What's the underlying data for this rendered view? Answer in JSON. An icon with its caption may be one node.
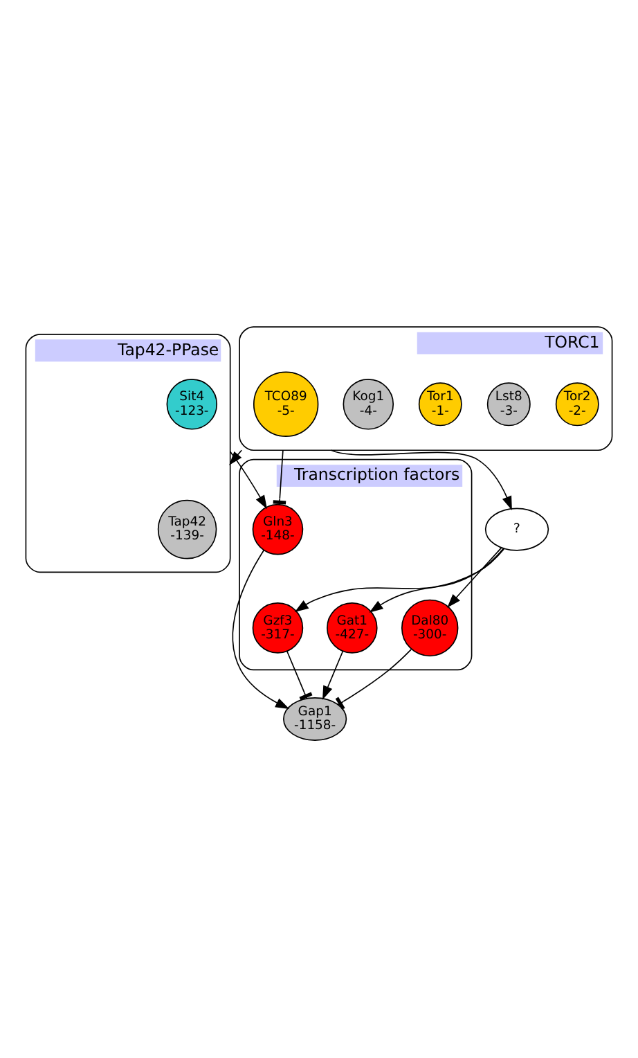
{
  "diagram": {
    "nodes": [
      {
        "text": [
          "TORC1"
        ]
      },
      {
        "text": [
          "Tor2",
          "-2-"
        ],
        "in": 0
      },
      {
        "text": [
          "Lst8",
          "-3-"
        ],
        "in": 0
      },
      {
        "text": [
          "Tor1",
          "-1-"
        ],
        "in": 0
      },
      {
        "text": [
          "Kog1",
          "-4-"
        ],
        "in": 0
      },
      {
        "text": [
          "TCO89",
          "-5-"
        ],
        "in": 0
      },
      {
        "text": [
          "Tap42-PPase"
        ]
      },
      {
        "text": [
          "Tap42",
          "-139-"
        ],
        "in": 6
      },
      {
        "text": [
          "Sit4",
          "-123-"
        ],
        "in": 6
      },
      {
        "text": [
          "?"
        ]
      },
      {
        "text": [
          "Transcription factors"
        ]
      },
      {
        "text": [
          "Gln3",
          "-148-"
        ],
        "in": 10
      },
      {
        "text": [
          "Gat1",
          "-427-"
        ],
        "in": 10
      },
      {
        "text": [
          "Gzf3",
          "-317-"
        ],
        "in": 10
      },
      {
        "text": [
          "Dal80",
          "-300-"
        ],
        "in": 10
      },
      {
        "text": [
          "Gap1",
          "-1158-"
        ]
      }
    ],
    "edges": [
      {
        "from": 0,
        "to": 6,
        "arrow": "to"
      },
      {
        "from": 0,
        "to": 11,
        "arrow": "other"
      },
      {
        "from": 0,
        "to": 9,
        "arrow": "to"
      },
      {
        "from": 6,
        "to": 11,
        "arrow": "to"
      },
      {
        "from": 9,
        "to": 12,
        "arrow": "to"
      },
      {
        "from": 9,
        "to": 13,
        "arrow": "to"
      },
      {
        "from": 9,
        "to": 14,
        "arrow": "to"
      },
      {
        "from": 11,
        "to": 15,
        "arrow": "to"
      },
      {
        "from": 12,
        "to": 15,
        "arrow": "to"
      },
      {
        "from": 13,
        "to": 15,
        "arrow": "other"
      },
      {
        "from": 14,
        "to": 15,
        "arrow": "other"
      }
    ]
  }
}
